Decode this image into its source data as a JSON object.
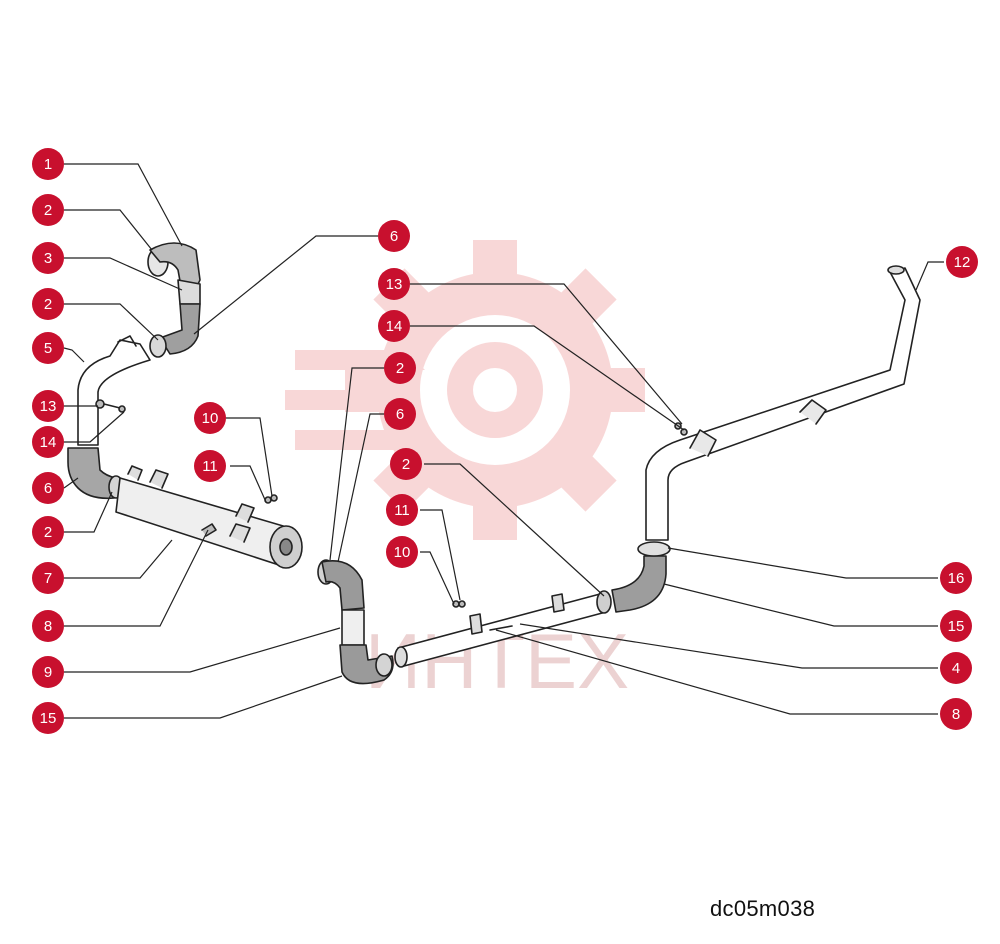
{
  "watermark": {
    "text": "ИНТЕХ",
    "color": "#f4c3c3"
  },
  "drawing_code": "dc05m038",
  "colors": {
    "callout_fill": "#c8102e",
    "line": "#222222"
  },
  "callouts": [
    {
      "id": "c1",
      "label": "1"
    },
    {
      "id": "c2a",
      "label": "2"
    },
    {
      "id": "c3",
      "label": "3"
    },
    {
      "id": "c2b",
      "label": "2"
    },
    {
      "id": "c5",
      "label": "5"
    },
    {
      "id": "c13a",
      "label": "13"
    },
    {
      "id": "c14a",
      "label": "14"
    },
    {
      "id": "c6a",
      "label": "6"
    },
    {
      "id": "c2c",
      "label": "2"
    },
    {
      "id": "c7",
      "label": "7"
    },
    {
      "id": "c8a",
      "label": "8"
    },
    {
      "id": "c9",
      "label": "9"
    },
    {
      "id": "c15a",
      "label": "15"
    },
    {
      "id": "c6b",
      "label": "6"
    },
    {
      "id": "c2d",
      "label": "2"
    },
    {
      "id": "c6c",
      "label": "6"
    },
    {
      "id": "c10a",
      "label": "10"
    },
    {
      "id": "c11a",
      "label": "11"
    },
    {
      "id": "c13b",
      "label": "13"
    },
    {
      "id": "c14b",
      "label": "14"
    },
    {
      "id": "c2e",
      "label": "2"
    },
    {
      "id": "c11b",
      "label": "11"
    },
    {
      "id": "c10b",
      "label": "10"
    },
    {
      "id": "c12",
      "label": "12"
    },
    {
      "id": "c16",
      "label": "16"
    },
    {
      "id": "c15b",
      "label": "15"
    },
    {
      "id": "c4",
      "label": "4"
    },
    {
      "id": "c8b",
      "label": "8"
    }
  ]
}
